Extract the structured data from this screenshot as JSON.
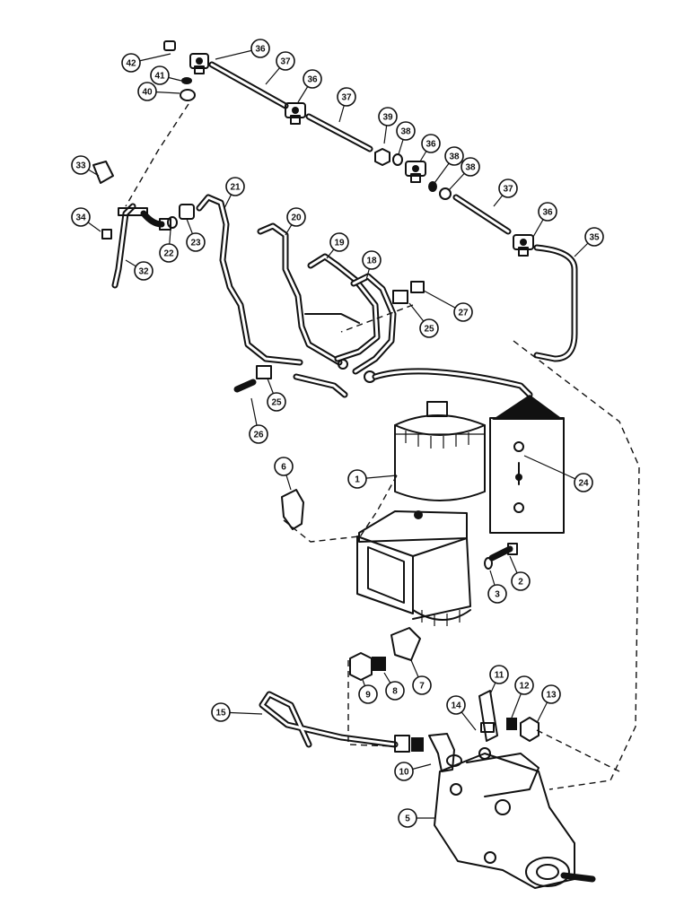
{
  "callouts": [
    {
      "num": "42"
    },
    {
      "num": "36"
    },
    {
      "num": "37"
    },
    {
      "num": "41"
    },
    {
      "num": "40"
    },
    {
      "num": "36"
    },
    {
      "num": "37"
    },
    {
      "num": "39"
    },
    {
      "num": "38"
    },
    {
      "num": "36"
    },
    {
      "num": "38"
    },
    {
      "num": "38"
    },
    {
      "num": "37"
    },
    {
      "num": "36"
    },
    {
      "num": "35"
    },
    {
      "num": "33"
    },
    {
      "num": "34"
    },
    {
      "num": "32"
    },
    {
      "num": "22"
    },
    {
      "num": "23"
    },
    {
      "num": "21"
    },
    {
      "num": "20"
    },
    {
      "num": "19"
    },
    {
      "num": "18"
    },
    {
      "num": "27"
    },
    {
      "num": "25"
    },
    {
      "num": "25"
    },
    {
      "num": "26"
    },
    {
      "num": "24"
    },
    {
      "num": "1"
    },
    {
      "num": "6"
    },
    {
      "num": "2"
    },
    {
      "num": "3"
    },
    {
      "num": "11"
    },
    {
      "num": "12"
    },
    {
      "num": "13"
    },
    {
      "num": "14"
    },
    {
      "num": "9"
    },
    {
      "num": "8"
    },
    {
      "num": "7"
    },
    {
      "num": "15"
    },
    {
      "num": "10"
    },
    {
      "num": "5"
    }
  ]
}
